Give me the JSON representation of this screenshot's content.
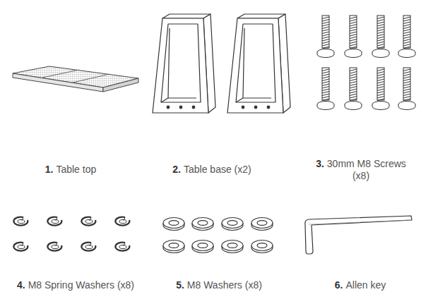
{
  "diagram": {
    "labels": [
      "1.",
      "Table top",
      "2.",
      "Table base (x2)",
      "3.",
      "30mm M8 Screws (x8)",
      "4.",
      "M8 Spring Washers (x8)",
      "5.",
      "M8 Washers (x8)",
      "6.",
      "Allen key"
    ]
  }
}
